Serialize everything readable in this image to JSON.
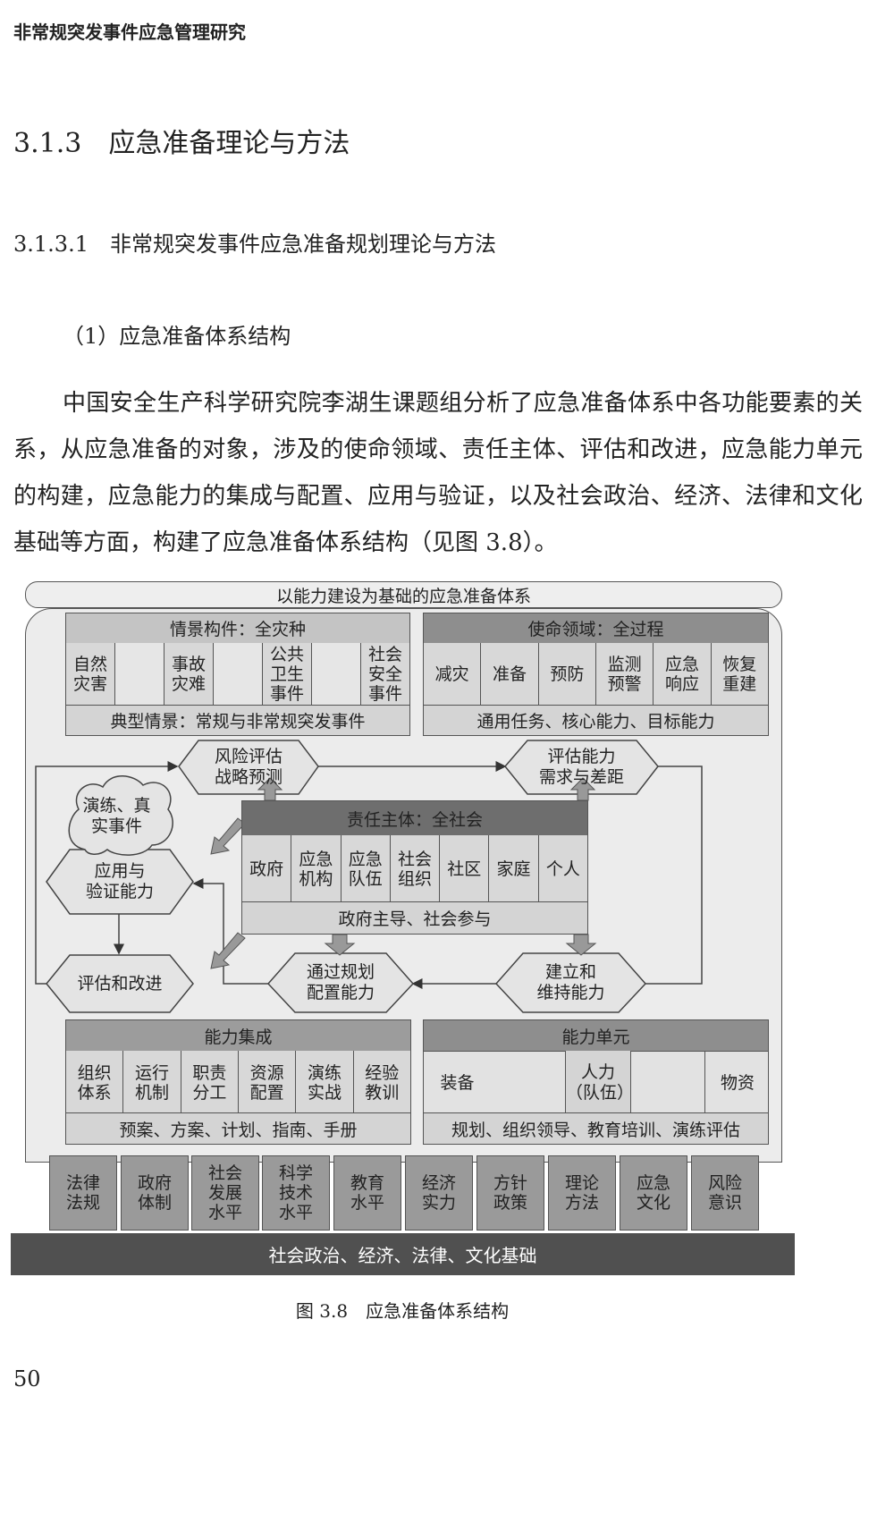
{
  "running_head": "非常规突发事件应急管理研究",
  "section": "3.1.3　应急准备理论与方法",
  "subsection": "3.1.3.1　非常规突发事件应急准备规划理论与方法",
  "item": "（1）应急准备体系结构",
  "paragraph": "中国安全生产科学研究院李湖生课题组分析了应急准备体系中各功能要素的关系，从应急准备的对象，涉及的使命领域、责任主体、评估和改进，应急能力单元的构建，应急能力的集成与配置、应用与验证，以及社会政治、经济、法律和文化基础等方面，构建了应急准备体系结构（见图 3.8）。",
  "diagram": {
    "title": "以能力建设为基础的应急准备体系",
    "scenario": {
      "header": "情景构件：全灾种",
      "cells": [
        "自然\n灾害",
        "",
        "事故\n灾难",
        "",
        "公共\n卫生\n事件",
        "",
        "社会\n安全\n事件"
      ],
      "footer": "典型情景：常规与非常规突发事件"
    },
    "mission": {
      "header": "使命领域：全过程",
      "cells": [
        "减灾",
        "准备",
        "预防",
        "监测\n预警",
        "应急\n响应",
        "恢复\n重建"
      ],
      "footer": "通用任务、核心能力、目标能力"
    },
    "risk": "风险评估\n战略预测",
    "assess_cap": "评估能力\n需求与差距",
    "cloud": "演练、真\n实事件",
    "apply": "应用与\n验证能力",
    "subject": {
      "header": "责任主体：全社会",
      "cells": [
        "政府",
        "应急\n机构",
        "应急\n队伍",
        "社会\n组织",
        "社区",
        "家庭",
        "个人"
      ],
      "footer": "政府主导、社会参与"
    },
    "improve": "评估和改进",
    "plan": "通过规划\n配置能力",
    "build": "建立和\n维持能力",
    "integration": {
      "header": "能力集成",
      "cells": [
        "组织\n体系",
        "运行\n机制",
        "职责\n分工",
        "资源\n配置",
        "演练\n实战",
        "经验\n教训"
      ],
      "footer": "预案、方案、计划、指南、手册"
    },
    "units": {
      "header": "能力单元",
      "left": "装备",
      "middle": "人力\n（队伍）",
      "right": "物资",
      "footer": "规划、组织领导、教育培训、演练评估"
    },
    "pillars": [
      "法律\n法规",
      "政府\n体制",
      "社会\n发展\n水平",
      "科学\n技术\n水平",
      "教育\n水平",
      "经济\n实力",
      "方针\n政策",
      "理论\n方法",
      "应急\n文化",
      "风险\n意识"
    ],
    "base": "社会政治、经济、法律、文化基础"
  },
  "caption": "图 3.8　应急准备体系结构",
  "page_number": "50"
}
